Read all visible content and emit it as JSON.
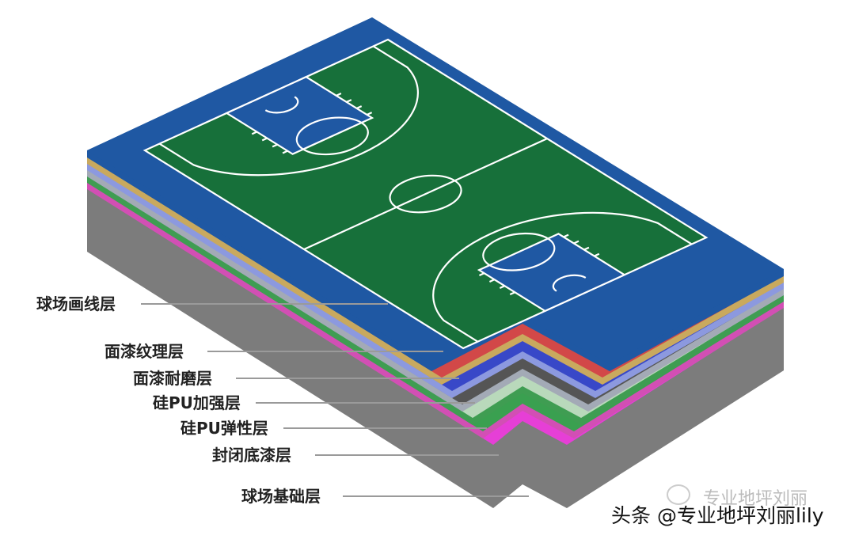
{
  "labels": [
    {
      "text": "球场画线层"
    },
    {
      "text": "面漆纹理层"
    },
    {
      "text": "面漆耐磨层"
    },
    {
      "text": "硅PU加强层"
    },
    {
      "text": "硅PU弹性层"
    },
    {
      "text": "封闭底漆层"
    },
    {
      "text": "球场基础层"
    }
  ],
  "credit": {
    "text": "头条 @专业地坪刘丽lily",
    "ghost": "专业地坪刘丽"
  },
  "colors": {
    "court_border": "#1f58a3",
    "court_green": "#17703a",
    "lines": "#ffffff",
    "layer_sides": [
      "#1f58a3",
      "#c9a95e",
      "#8c99df",
      "#a3aab6",
      "#3f9d52",
      "#d24fb4",
      "#7c7c7c"
    ],
    "layer_tops": [
      "#1f58a3",
      "#d24848",
      "#3848c8",
      "#555555",
      "#b9d9bb",
      "#3aa050",
      "#e63fd6"
    ]
  }
}
